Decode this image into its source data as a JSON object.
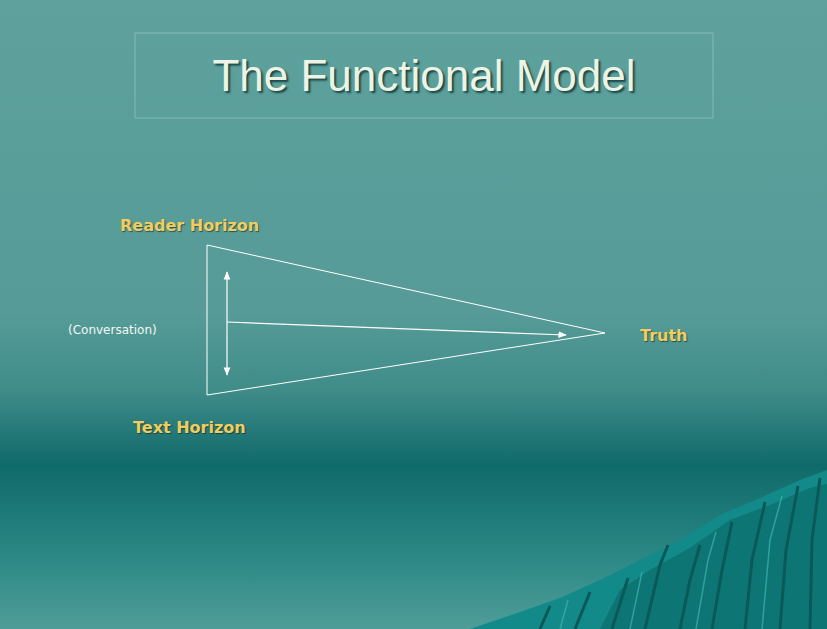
{
  "diagram": {
    "title": "The Functional Model",
    "labels": [
      "Reader Horizon",
      "(Conversation)",
      "Truth",
      "Text Horizon"
    ]
  }
}
